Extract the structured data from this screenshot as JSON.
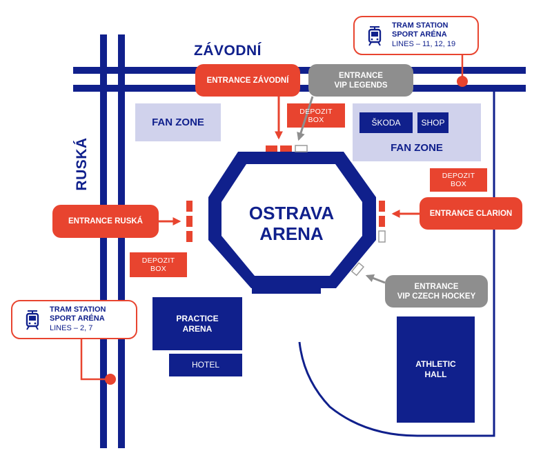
{
  "streets": {
    "zavodni": "ZÁVODNÍ",
    "ruska": "RUSKÁ"
  },
  "arena": {
    "line1": "OSTRAVA",
    "line2": "ARENA"
  },
  "zones": {
    "fan_zone_left": "FAN ZONE",
    "fan_zone_right": "FAN ZONE",
    "skoda": "ŠKODA",
    "shop": "SHOP"
  },
  "buildings": {
    "practice_arena": "PRACTICE\nARENA",
    "hotel": "HOTEL",
    "athletic_hall": "ATHLETIC\nHALL"
  },
  "depozit": {
    "top": "DEPOZIT\nBOX",
    "right": "DEPOZIT\nBOX",
    "left": "DEPOZIT\nBOX"
  },
  "entrances": {
    "zavodni": "ENTRANCE ZÁVODNÍ",
    "vip_legends": "ENTRANCE\nVIP LEGENDS",
    "ruska": "ENTRANCE RUSKÁ",
    "clarion": "ENTRANCE CLARION",
    "vip_czech_hockey": "ENTRANCE\nVIP CZECH HOCKEY"
  },
  "trams": {
    "north": {
      "title": "TRAM STATION\nSPORT ARÉNA",
      "lines": "LINES – 11, 12, 19"
    },
    "west": {
      "title": "TRAM STATION\nSPORT ARÉNA",
      "lines": "LINES – 2, 7"
    }
  },
  "icons": [
    "tram-icon",
    "arrow-icon",
    "tram-stop-marker-icon"
  ],
  "colors": {
    "navy": "#10208c",
    "red": "#e8442f",
    "grey": "#8e8e8e",
    "lavender": "#d0d2ec"
  }
}
